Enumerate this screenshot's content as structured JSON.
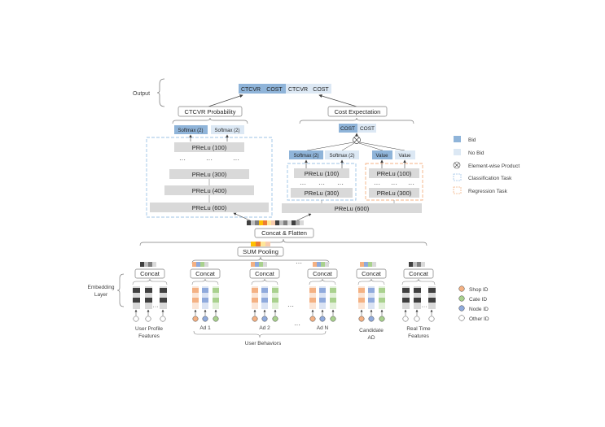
{
  "labels": {
    "output": "Output",
    "embedding_layer_line1": "Embedding",
    "embedding_layer_line2": "Layer",
    "concat_flatten": "Concat & Flatten",
    "sum_pooling": "SUM Pooling",
    "concat": "Concat",
    "ellipsis": "···"
  },
  "outputs": [
    "CTCVR",
    "COST",
    "CTCVR",
    "COST"
  ],
  "ctcvr_tower": {
    "title": "CTCVR Probability",
    "heads": [
      "Softmax (2)",
      "Softmax (2)"
    ],
    "layers": [
      "PReLu (100)",
      "PReLu (300)",
      "PReLu (400)",
      "PReLu (600)"
    ]
  },
  "cost_tower": {
    "title": "Cost Expectation",
    "cost_cells": [
      "COST",
      "COST"
    ],
    "class_heads": [
      "Softmax (2)",
      "Softmax (2)"
    ],
    "value_heads": [
      "Value",
      "Value"
    ],
    "class_layers": [
      "PReLu (100)",
      "PReLu (300)"
    ],
    "reg_layers": [
      "PReLu (100)",
      "PReLu (300)"
    ],
    "shared_layer": "PReLu (600)"
  },
  "legend": {
    "bid": "Bid",
    "no_bid": "No Bid",
    "element_wise": "Element-wise Product",
    "classification": "Classification Task",
    "regression": "Regression Task"
  },
  "id_legend": {
    "shop": "Shop ID",
    "cate": "Cate ID",
    "node": "Node ID",
    "other": "Other ID"
  },
  "features": {
    "user_profile_1": "User Profile",
    "user_profile_2": "Features",
    "ad1": "Ad 1",
    "ad2": "Ad 2",
    "adn": "Ad N",
    "user_behaviors": "User Behaviors",
    "candidate_1": "Candidate",
    "candidate_2": "AD",
    "realtime_1": "Real Time",
    "realtime_2": "Features"
  },
  "colors": {
    "bid": "#8fb4d9",
    "no_bid": "#dce8f4",
    "layer_gray": "#d9d9d9",
    "shop": "#f4b183",
    "cate": "#a9d18e",
    "node": "#8faadc",
    "dark": "#404040",
    "mid": "#7f7f7f",
    "light": "#bfbfbf",
    "class_border": "#9dc3e6",
    "reg_border": "#f4b183",
    "yellow": "#ffc000",
    "orange": "#ed7d31"
  }
}
